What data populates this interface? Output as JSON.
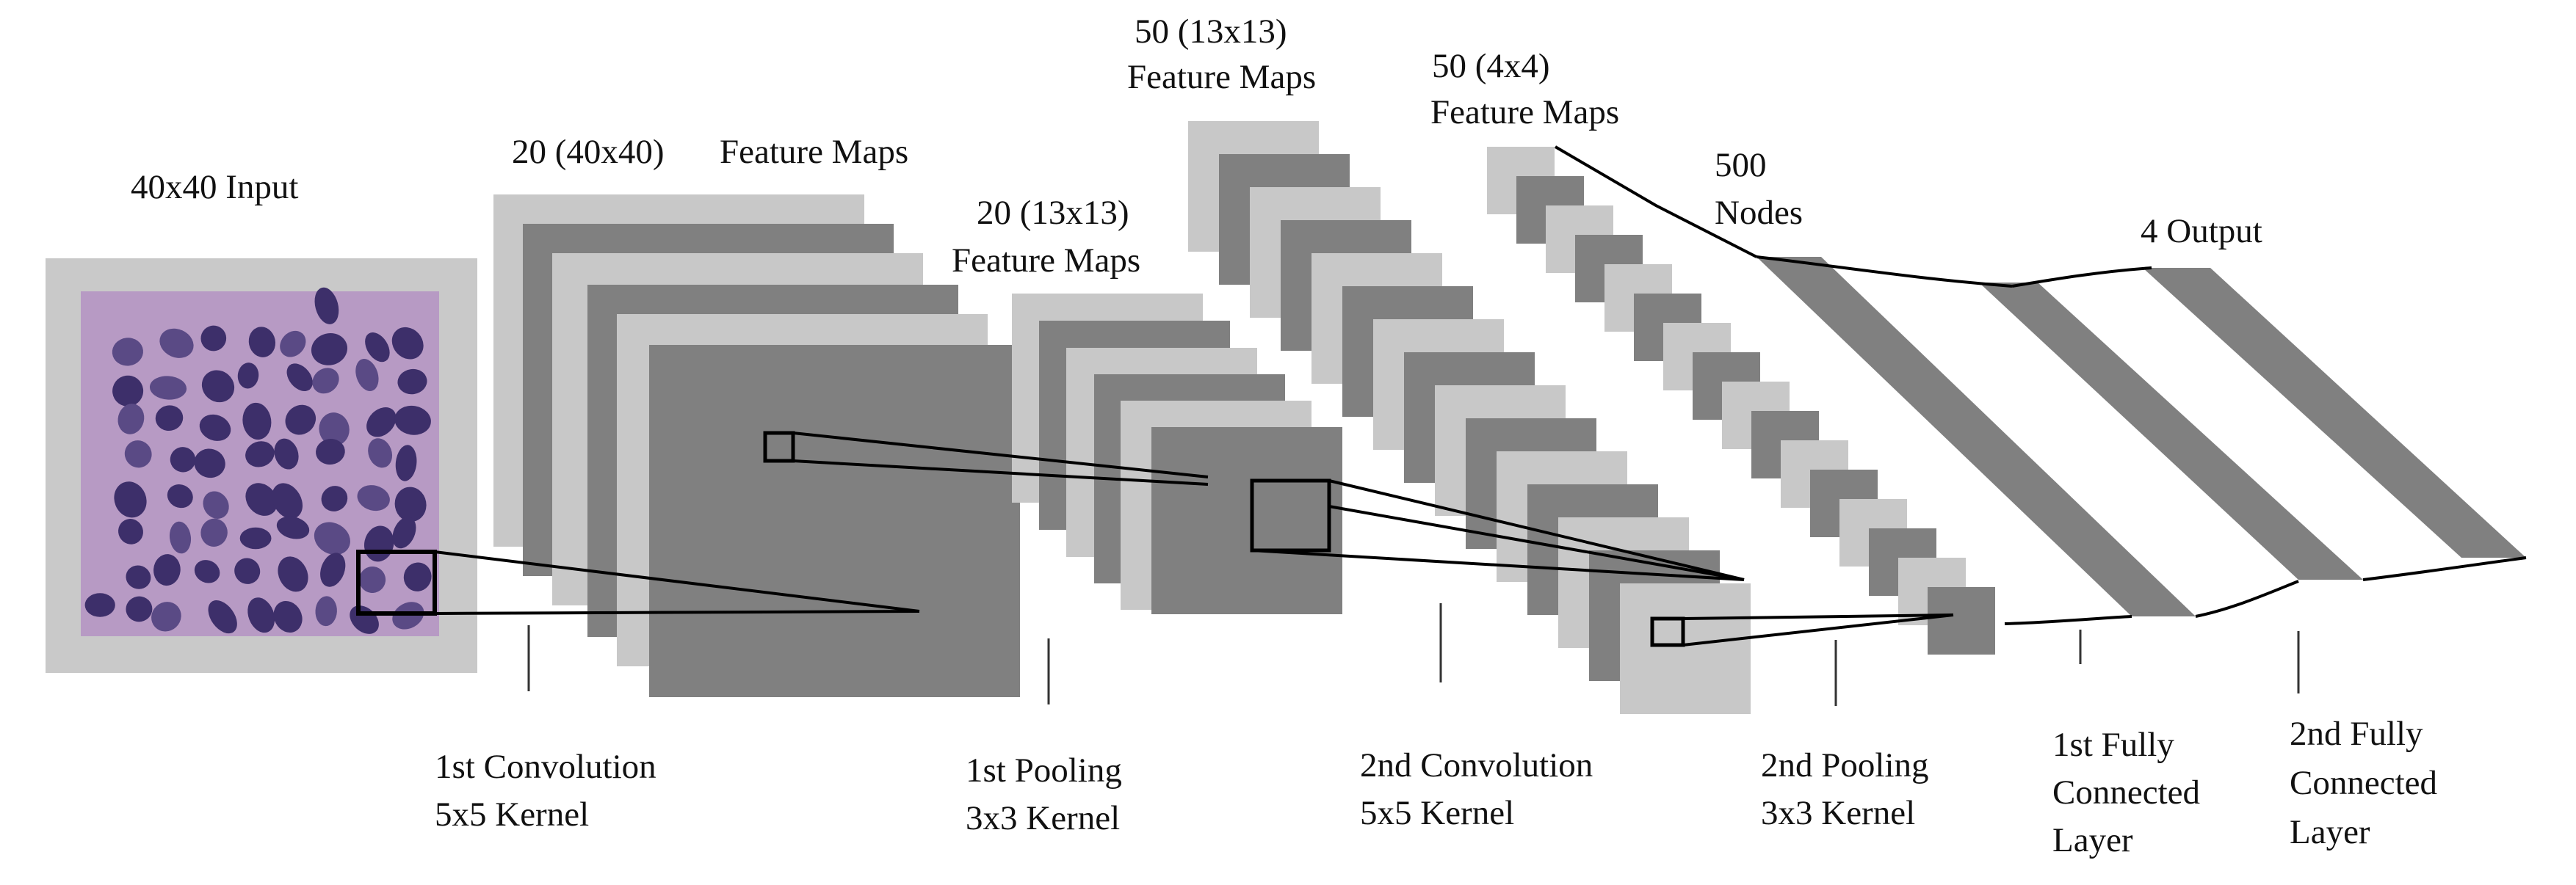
{
  "colors": {
    "light_map": "#c8c8c8",
    "dark_map": "#808080",
    "input_frame": "#c9c9c9",
    "tissue_bg": "#b79ac4",
    "nucleus": "#3d2f6a",
    "nucleus_light": "#5a4a85",
    "line": "#000000"
  },
  "labels": {
    "input": "40x40 Input",
    "conv1_maps_count": "20 (40x40)",
    "conv1_maps_word": "Feature Maps",
    "pool1_maps_count": "20 (13x13)",
    "pool1_maps_word": "Feature Maps",
    "conv2_maps_count": "50 (13x13)",
    "conv2_maps_word": "Feature Maps",
    "pool2_maps_count": "50 (4x4)",
    "pool2_maps_word": "Feature Maps",
    "fc1_nodes_count": "500",
    "fc1_nodes_word": "Nodes",
    "output": "4 Output"
  },
  "layers": [
    {
      "line1": "1st Convolution",
      "line2": "5x5 Kernel"
    },
    {
      "line1": "1st Pooling",
      "line2": "3x3 Kernel"
    },
    {
      "line1": "2nd Convolution",
      "line2": "5x5 Kernel"
    },
    {
      "line1": "2nd Pooling",
      "line2": "3x3 Kernel"
    },
    {
      "line1": "1st Fully",
      "line2": "Connected",
      "line3": "Layer"
    },
    {
      "line1": "2nd Fully",
      "line2": "Connected",
      "line3": "Layer"
    }
  ]
}
